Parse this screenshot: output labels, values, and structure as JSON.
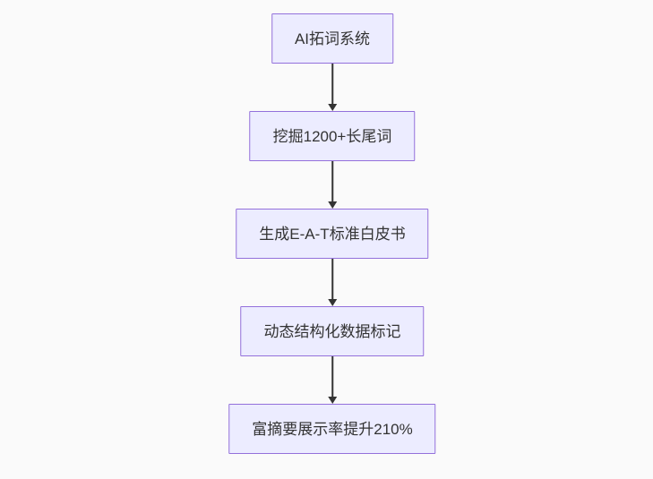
{
  "flowchart": {
    "type": "vertical-flow",
    "nodes": [
      {
        "id": "node-1",
        "label": "AI拓词系统"
      },
      {
        "id": "node-2",
        "label": "挖掘1200+长尾词"
      },
      {
        "id": "node-3",
        "label": "生成E-A-T标准白皮书"
      },
      {
        "id": "node-4",
        "label": "动态结构化数据标记"
      },
      {
        "id": "node-5",
        "label": "富摘要展示率提升210%"
      }
    ],
    "edges": [
      {
        "from": "node-1",
        "to": "node-2"
      },
      {
        "from": "node-2",
        "to": "node-3"
      },
      {
        "from": "node-3",
        "to": "node-4"
      },
      {
        "from": "node-4",
        "to": "node-5"
      }
    ]
  },
  "theme": {
    "node_fill": "#ececff",
    "node_border": "#9370db",
    "edge": "#333333",
    "text": "#333333",
    "background": "#fafafa"
  }
}
